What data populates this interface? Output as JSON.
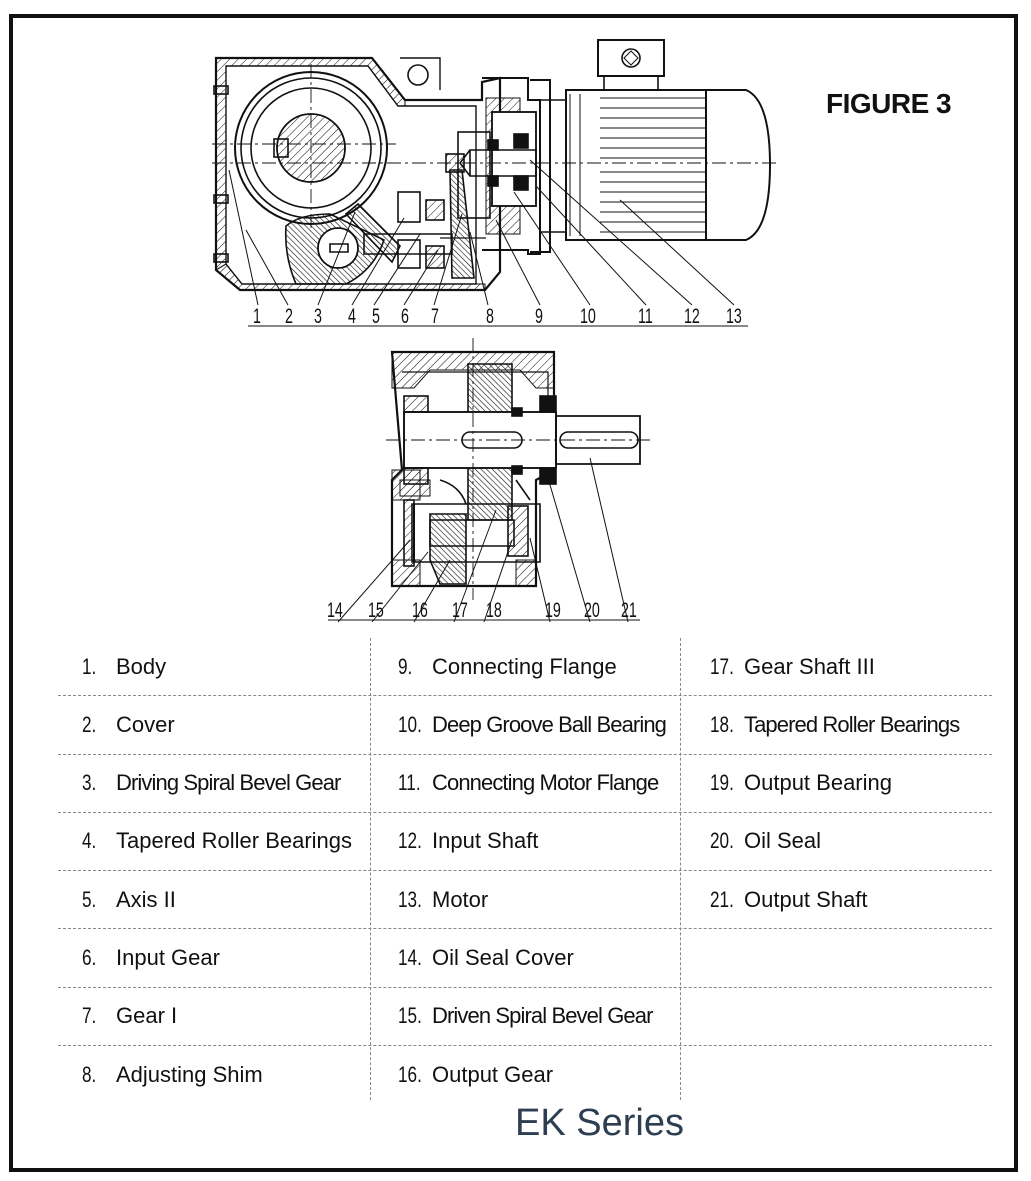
{
  "figure_title": "FIGURE 3",
  "series_title": "EK Series",
  "callouts_top": [
    "1",
    "2",
    "3",
    "4",
    "5",
    "6",
    "7",
    "8",
    "9",
    "10",
    "11",
    "12",
    "13"
  ],
  "callouts_bottom": [
    "14",
    "15",
    "16",
    "17",
    "18",
    "19",
    "20",
    "21"
  ],
  "parts": [
    {
      "num": "1.",
      "label": "Body"
    },
    {
      "num": "2.",
      "label": "Cover"
    },
    {
      "num": "3.",
      "label": "Driving Spiral Bevel Gear"
    },
    {
      "num": "4.",
      "label": "Tapered Roller Bearings"
    },
    {
      "num": "5.",
      "label": "Axis II"
    },
    {
      "num": "6.",
      "label": "Input Gear"
    },
    {
      "num": "7.",
      "label": "Gear I"
    },
    {
      "num": "8.",
      "label": "Adjusting Shim"
    },
    {
      "num": "9.",
      "label": "Connecting Flange"
    },
    {
      "num": "10.",
      "label": "Deep Groove Ball Bearing"
    },
    {
      "num": "11.",
      "label": "Connecting Motor Flange"
    },
    {
      "num": "12.",
      "label": "Input Shaft"
    },
    {
      "num": "13.",
      "label": "Motor"
    },
    {
      "num": "14.",
      "label": "Oil Seal Cover"
    },
    {
      "num": "15.",
      "label": "Driven Spiral Bevel Gear"
    },
    {
      "num": "16.",
      "label": "Output Gear"
    },
    {
      "num": "17.",
      "label": "Gear Shaft III"
    },
    {
      "num": "18.",
      "label": "Tapered Roller Bearings"
    },
    {
      "num": "19.",
      "label": "Output Bearing"
    },
    {
      "num": "20.",
      "label": "Oil Seal"
    },
    {
      "num": "21.",
      "label": "Output Shaft"
    }
  ]
}
